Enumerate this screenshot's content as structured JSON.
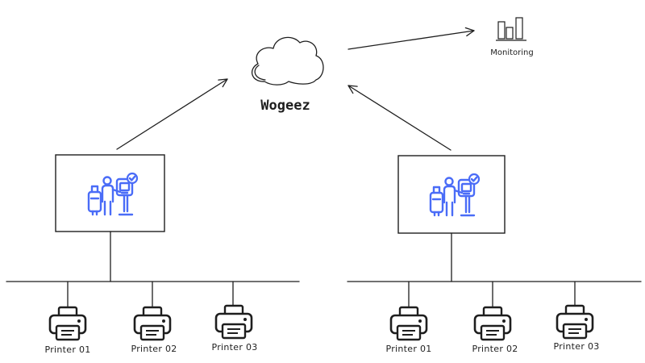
{
  "cloud": {
    "label": "Wogeez",
    "icon": "cloud-icon"
  },
  "monitoring": {
    "label": "Monitoring",
    "icon": "bar-chart-icon"
  },
  "sites": [
    {
      "kiosk_icon": "self-service-kiosk-icon",
      "printers": [
        {
          "label": "Printer 01",
          "icon": "printer-icon"
        },
        {
          "label": "Printer 02",
          "icon": "printer-icon"
        },
        {
          "label": "Printer 03",
          "icon": "printer-icon"
        }
      ]
    },
    {
      "kiosk_icon": "self-service-kiosk-icon",
      "printers": [
        {
          "label": "Printer 01",
          "icon": "printer-icon"
        },
        {
          "label": "Printer 02",
          "icon": "printer-icon"
        },
        {
          "label": "Printer 03",
          "icon": "printer-icon"
        }
      ]
    }
  ],
  "colors": {
    "stroke": "#1e1e1e",
    "icon_accent": "#4a6cf7",
    "background": "#ffffff"
  }
}
